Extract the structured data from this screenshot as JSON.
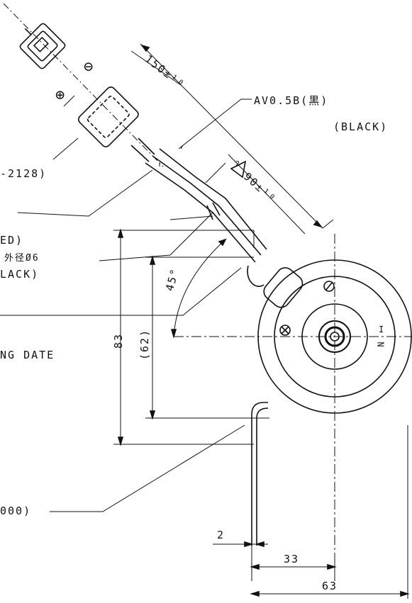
{
  "labels": {
    "wire_spec": "AV0.5B(黒)",
    "color_black": "(BLACK)",
    "connector_part": "-2128)",
    "ed_fragment": "ED)",
    "outer_dia": "外径Ø6",
    "lack_fragment": "LACK)",
    "date_fragment": "NG DATE",
    "code_fragment": "000)",
    "minus_symbol": "⊖",
    "plus_symbol": "⊕",
    "cross_mark": "⊗",
    "pole_n": "N",
    "pole_mark": "I",
    "triangle_note": "2"
  },
  "dimensions": {
    "lead_length": "150±¹⁰",
    "strip_length": "90±¹⁰",
    "angle": "45°",
    "height_overall": "83",
    "height_ref": "(62)",
    "thickness": "2",
    "center_offset": "33",
    "width_overall": "63"
  }
}
